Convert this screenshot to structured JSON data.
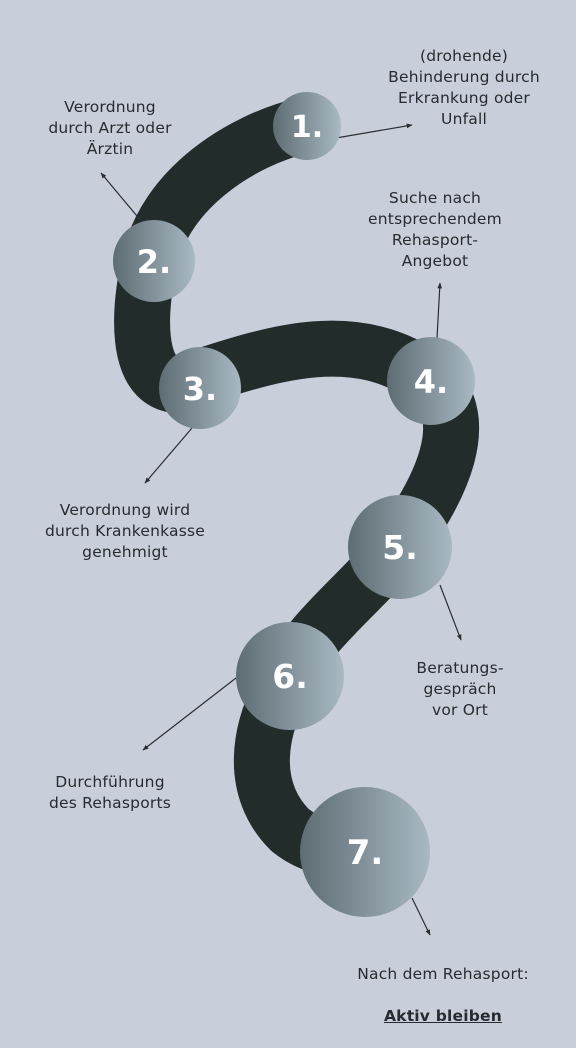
{
  "steps": [
    {
      "num": "1.",
      "label": "(drohende)\nBehinderung durch\nErkrankung oder\nUnfall"
    },
    {
      "num": "2.",
      "label": "Verordnung\ndurch Arzt oder\nÄrztin"
    },
    {
      "num": "3.",
      "label": "Verordnung wird\ndurch Krankenkasse\ngenehmigt"
    },
    {
      "num": "4.",
      "label": "Suche nach\nentsprechendem\nRehasport-\nAngebot"
    },
    {
      "num": "5.",
      "label": "Beratungs-\ngespräch\nvor Ort"
    },
    {
      "num": "6.",
      "label": "Durchführung\ndes Rehasports"
    },
    {
      "num": "7.",
      "label": "Nach dem Rehasport:",
      "label_bold": "Aktiv bleiben"
    }
  ],
  "colors": {
    "background": "#c8cfdb",
    "path": "#222c2b",
    "circle_dark": "#5e6c73",
    "circle_light": "#a8b8c2",
    "text": "#262b30",
    "arrow": "#2a2f33"
  }
}
